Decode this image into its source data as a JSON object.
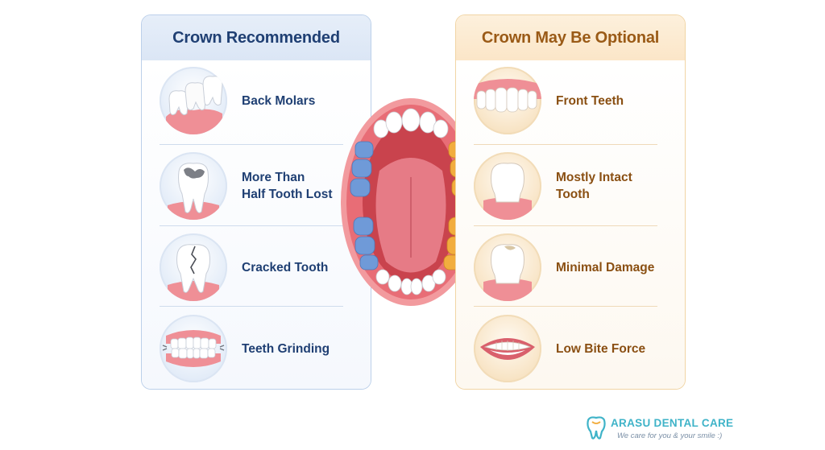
{
  "left_panel": {
    "title": "Crown Recommended",
    "items": [
      {
        "line1": "Back Molars",
        "line2": "",
        "icon": "molars-icon"
      },
      {
        "line1": "More Than",
        "line2": "Half Tooth Lost",
        "icon": "decayed-tooth-icon"
      },
      {
        "line1": "Cracked Tooth",
        "line2": "",
        "icon": "cracked-tooth-icon"
      },
      {
        "line1": "Teeth Grinding",
        "line2": "",
        "icon": "grinding-teeth-icon"
      }
    ]
  },
  "right_panel": {
    "title": "Crown May Be Optional",
    "items": [
      {
        "line1": "Front Teeth",
        "line2": "",
        "icon": "front-teeth-icon"
      },
      {
        "line1": "Mostly Intact",
        "line2": "Tooth",
        "icon": "intact-tooth-icon"
      },
      {
        "line1": "Minimal Damage",
        "line2": "",
        "icon": "minimal-damage-tooth-icon"
      },
      {
        "line1": "Low Bite Force",
        "line2": "",
        "icon": "smile-icon"
      }
    ]
  },
  "logo": {
    "brand": "ARASU DENTAL CARE",
    "tagline": "We care for you & your smile :)"
  },
  "colors": {
    "left_accent": "#1f3f73",
    "right_accent": "#9a5a16",
    "molar_blue": "#6f9ad8",
    "molar_orange": "#f2ad3e",
    "gum_pink": "#ee8f95"
  }
}
